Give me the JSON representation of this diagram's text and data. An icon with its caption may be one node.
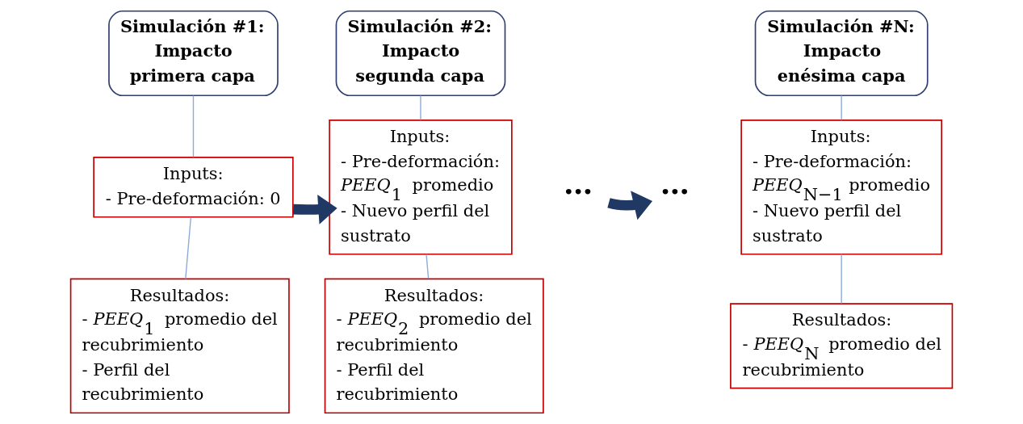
{
  "diagram": {
    "nodes": [
      {
        "text": [
          "Simulación #1: Impacto primera capa"
        ]
      },
      {
        "text": [
          "Inputs:",
          "- Pre-deformación: 0"
        ]
      },
      {
        "text": [
          "Resultados:",
          "- *PEEQ*$_{1}$ promedio del recubrimiento",
          "- Perfil del recubrimiento"
        ]
      },
      {
        "text": [
          "Simulación #2: Impacto segunda capa"
        ]
      },
      {
        "text": [
          "Inputs:",
          "- Pre-deformación: *PEEQ*$_{1}$ promedio",
          "- Nuevo perfil del sustrato"
        ]
      },
      {
        "text": [
          "Resultados:",
          "- *PEEQ*$_{2}$ promedio del recubrimiento",
          "- Perfil del recubrimiento"
        ]
      },
      {
        "text": [
          "…"
        ]
      },
      {
        "text": [
          "…"
        ]
      },
      {
        "text": [
          "Simulación #N: Impacto enésima capa"
        ]
      },
      {
        "text": [
          "Inputs:",
          "- Pre-deformación: *PEEQ*$_{N−1}$ promedio",
          "- Nuevo perfil del sustrato"
        ]
      },
      {
        "text": [
          "Resultados:",
          "- *PEEQ*$_{N}$ promedio del recubrimiento"
        ]
      }
    ],
    "edges": [
      {
        "from": 0,
        "to": 1,
        "arrow": "none"
      },
      {
        "from": 1,
        "to": 2,
        "arrow": "none"
      },
      {
        "from": 3,
        "to": 4,
        "arrow": "none"
      },
      {
        "from": 4,
        "to": 5,
        "arrow": "none"
      },
      {
        "from": 8,
        "to": 9,
        "arrow": "none"
      },
      {
        "from": 9,
        "to": 10,
        "arrow": "none"
      },
      {
        "from": 1,
        "to": 4,
        "arrow": "to",
        "style": "thick",
        "color": "#203864"
      },
      {
        "from": 6,
        "to": 7,
        "arrow": "to",
        "style": "thick",
        "color": "#203864"
      }
    ]
  }
}
